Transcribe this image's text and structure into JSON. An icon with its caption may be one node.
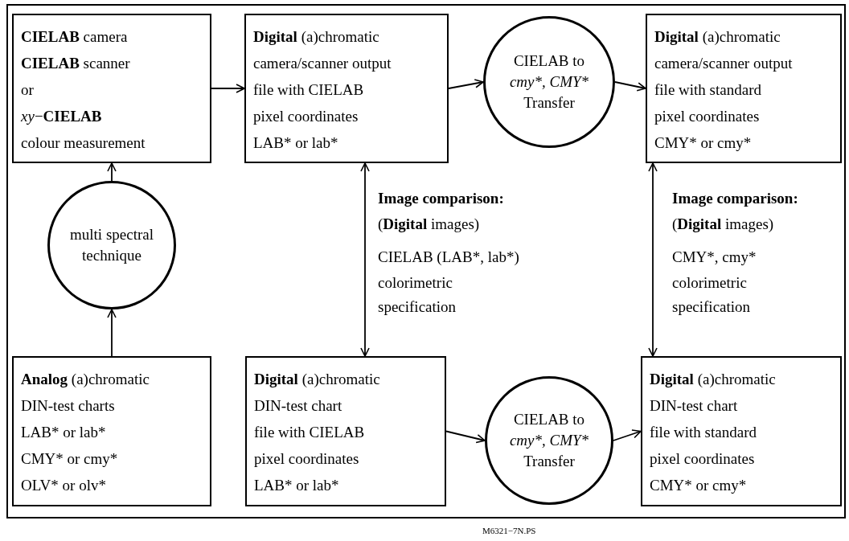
{
  "diagram": {
    "nodes": [
      {
        "text": [
          "**CIELAB** camera",
          "**CIELAB** scanner",
          "or",
          "*xy*−**CIELAB**",
          "colour measurement"
        ]
      },
      {
        "text": [
          "**Digital** (a)chromatic",
          "camera/scanner output",
          "file with CIELAB",
          "pixel coordinates",
          "LAB* or lab*"
        ]
      },
      {
        "text": [
          "CIELAB to",
          "cmy*, CMY*",
          "Transfer"
        ]
      },
      {
        "text": [
          "**Digital** (a)chromatic",
          "camera/scanner output",
          "file with standard",
          "pixel coordinates",
          "CMY* or cmy*"
        ]
      },
      {
        "text": [
          "multi spectral technique"
        ]
      },
      {
        "text": [
          "**Analog** (a)chromatic",
          "DIN-test charts",
          "LAB* or lab*",
          "CMY* or cmy*",
          "OLV* or olv*"
        ]
      },
      {
        "text": [
          "**Digital** (a)chromatic",
          "DIN-test chart",
          "file with CIELAB",
          "pixel coordinates",
          "LAB* or lab*"
        ]
      },
      {
        "text": [
          "CIELAB to",
          "cmy*, CMY*",
          "Transfer"
        ]
      },
      {
        "text": [
          "**Digital** (a)chromatic",
          "DIN-test chart",
          "file with standard",
          "pixel coordinates",
          "CMY* or cmy*"
        ]
      }
    ],
    "edges": [
      {
        "from": 0,
        "to": 1,
        "arrow": "to"
      },
      {
        "from": 1,
        "to": 2,
        "arrow": "to"
      },
      {
        "from": 2,
        "to": 3,
        "arrow": "to"
      },
      {
        "from": 4,
        "to": 0,
        "arrow": "to"
      },
      {
        "from": 5,
        "to": 4,
        "arrow": "to"
      },
      {
        "from": 1,
        "to": 6,
        "arrow": "both"
      },
      {
        "from": 3,
        "to": 8,
        "arrow": "both"
      },
      {
        "from": 6,
        "to": 7,
        "arrow": "to"
      },
      {
        "from": 7,
        "to": 8,
        "arrow": "to"
      }
    ],
    "labels": [
      "Image comparison:",
      "(**Digital** images)",
      "Image comparison:",
      "(**Digital** images)",
      "CIELAB (LAB*, lab*)",
      "CMY*, cmy*",
      "colorimetric specification",
      "colorimetric specification",
      "M6321−7N.PS"
    ]
  }
}
